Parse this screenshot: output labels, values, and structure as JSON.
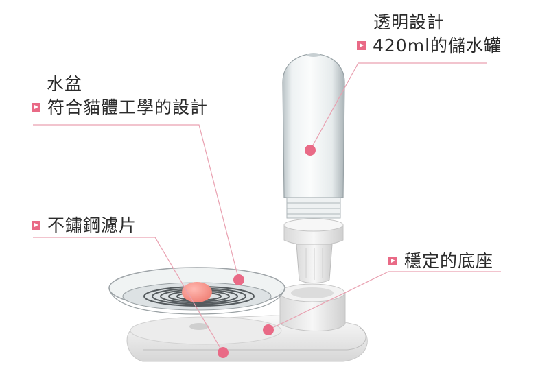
{
  "colors": {
    "accent": "#e96a86",
    "text": "#2b2b2b",
    "leader_line": "#e9a0b0"
  },
  "annotations": {
    "bottle": {
      "line1": "透明設計",
      "line2": "420ml的儲水罐",
      "icon": "triangle-bullet-icon"
    },
    "bowl": {
      "line1": "水盆",
      "line2": "符合貓體工學的設計",
      "icon": "triangle-bullet-icon"
    },
    "filter": {
      "line1": "不鏽鋼濾片",
      "icon": "triangle-bullet-icon"
    },
    "base": {
      "line1": "穩定的底座",
      "icon": "triangle-bullet-icon"
    }
  }
}
